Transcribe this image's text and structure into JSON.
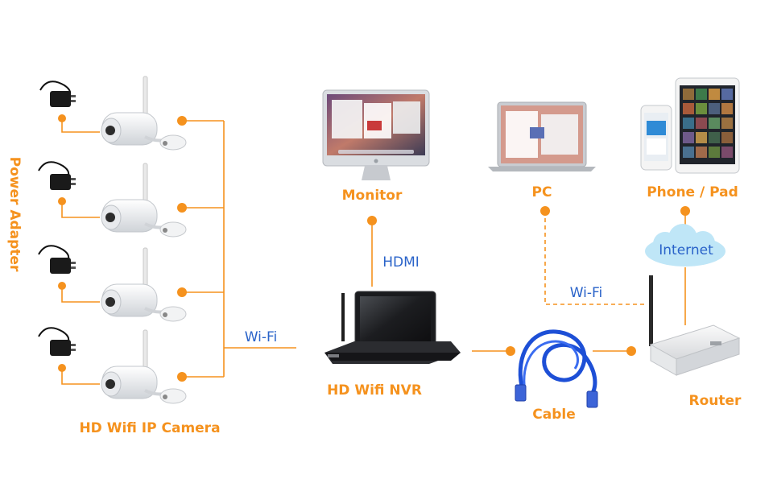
{
  "labels": {
    "power_adapter": "Power Adapter",
    "camera": "HD Wifi IP Camera",
    "wifi_left": "Wi-Fi",
    "monitor": "Monitor",
    "hdmi": "HDMI",
    "nvr": "HD Wifi NVR",
    "pc": "PC",
    "phone_pad": "Phone / Pad",
    "internet": "Internet",
    "wifi_right": "Wi-Fi",
    "cable": "Cable",
    "router": "Router"
  },
  "colors": {
    "accent": "#f5921e",
    "link_text": "#2a63c9",
    "cloud": "#bfe6f7",
    "cable": "#1d4fd6"
  }
}
